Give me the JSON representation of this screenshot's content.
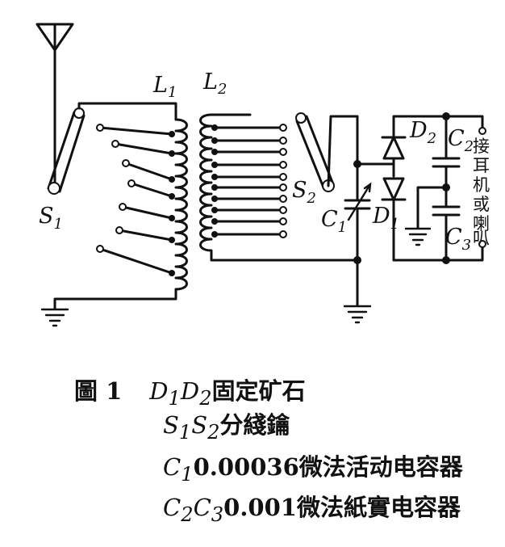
{
  "labels": {
    "L1": {
      "main": "L",
      "sub": "1"
    },
    "L2": {
      "main": "L",
      "sub": "2"
    },
    "S1": {
      "main": "S",
      "sub": "1"
    },
    "S2": {
      "main": "S",
      "sub": "2"
    },
    "C1": {
      "main": "C",
      "sub": "1"
    },
    "C2": {
      "main": "C",
      "sub": "2"
    },
    "C3": {
      "main": "C",
      "sub": "3"
    },
    "D1": {
      "main": "D",
      "sub": "1"
    },
    "D2": {
      "main": "D",
      "sub": "2"
    }
  },
  "output_label_chars": [
    "接",
    "耳",
    "机",
    "或",
    "喇",
    "叭"
  ],
  "caption": {
    "figure": "圖 1",
    "line1_parts": [
      "D",
      "1",
      "D",
      "2",
      "固定矿石"
    ],
    "line2_parts": [
      "S",
      "1",
      "S",
      "2",
      "分綫鑰"
    ],
    "line3_parts": [
      "C",
      "1",
      "0.00036",
      "微法活动电容器"
    ],
    "line4_parts": [
      "C",
      "2",
      "C",
      "3",
      "0.001",
      "微法紙實电容器"
    ]
  }
}
